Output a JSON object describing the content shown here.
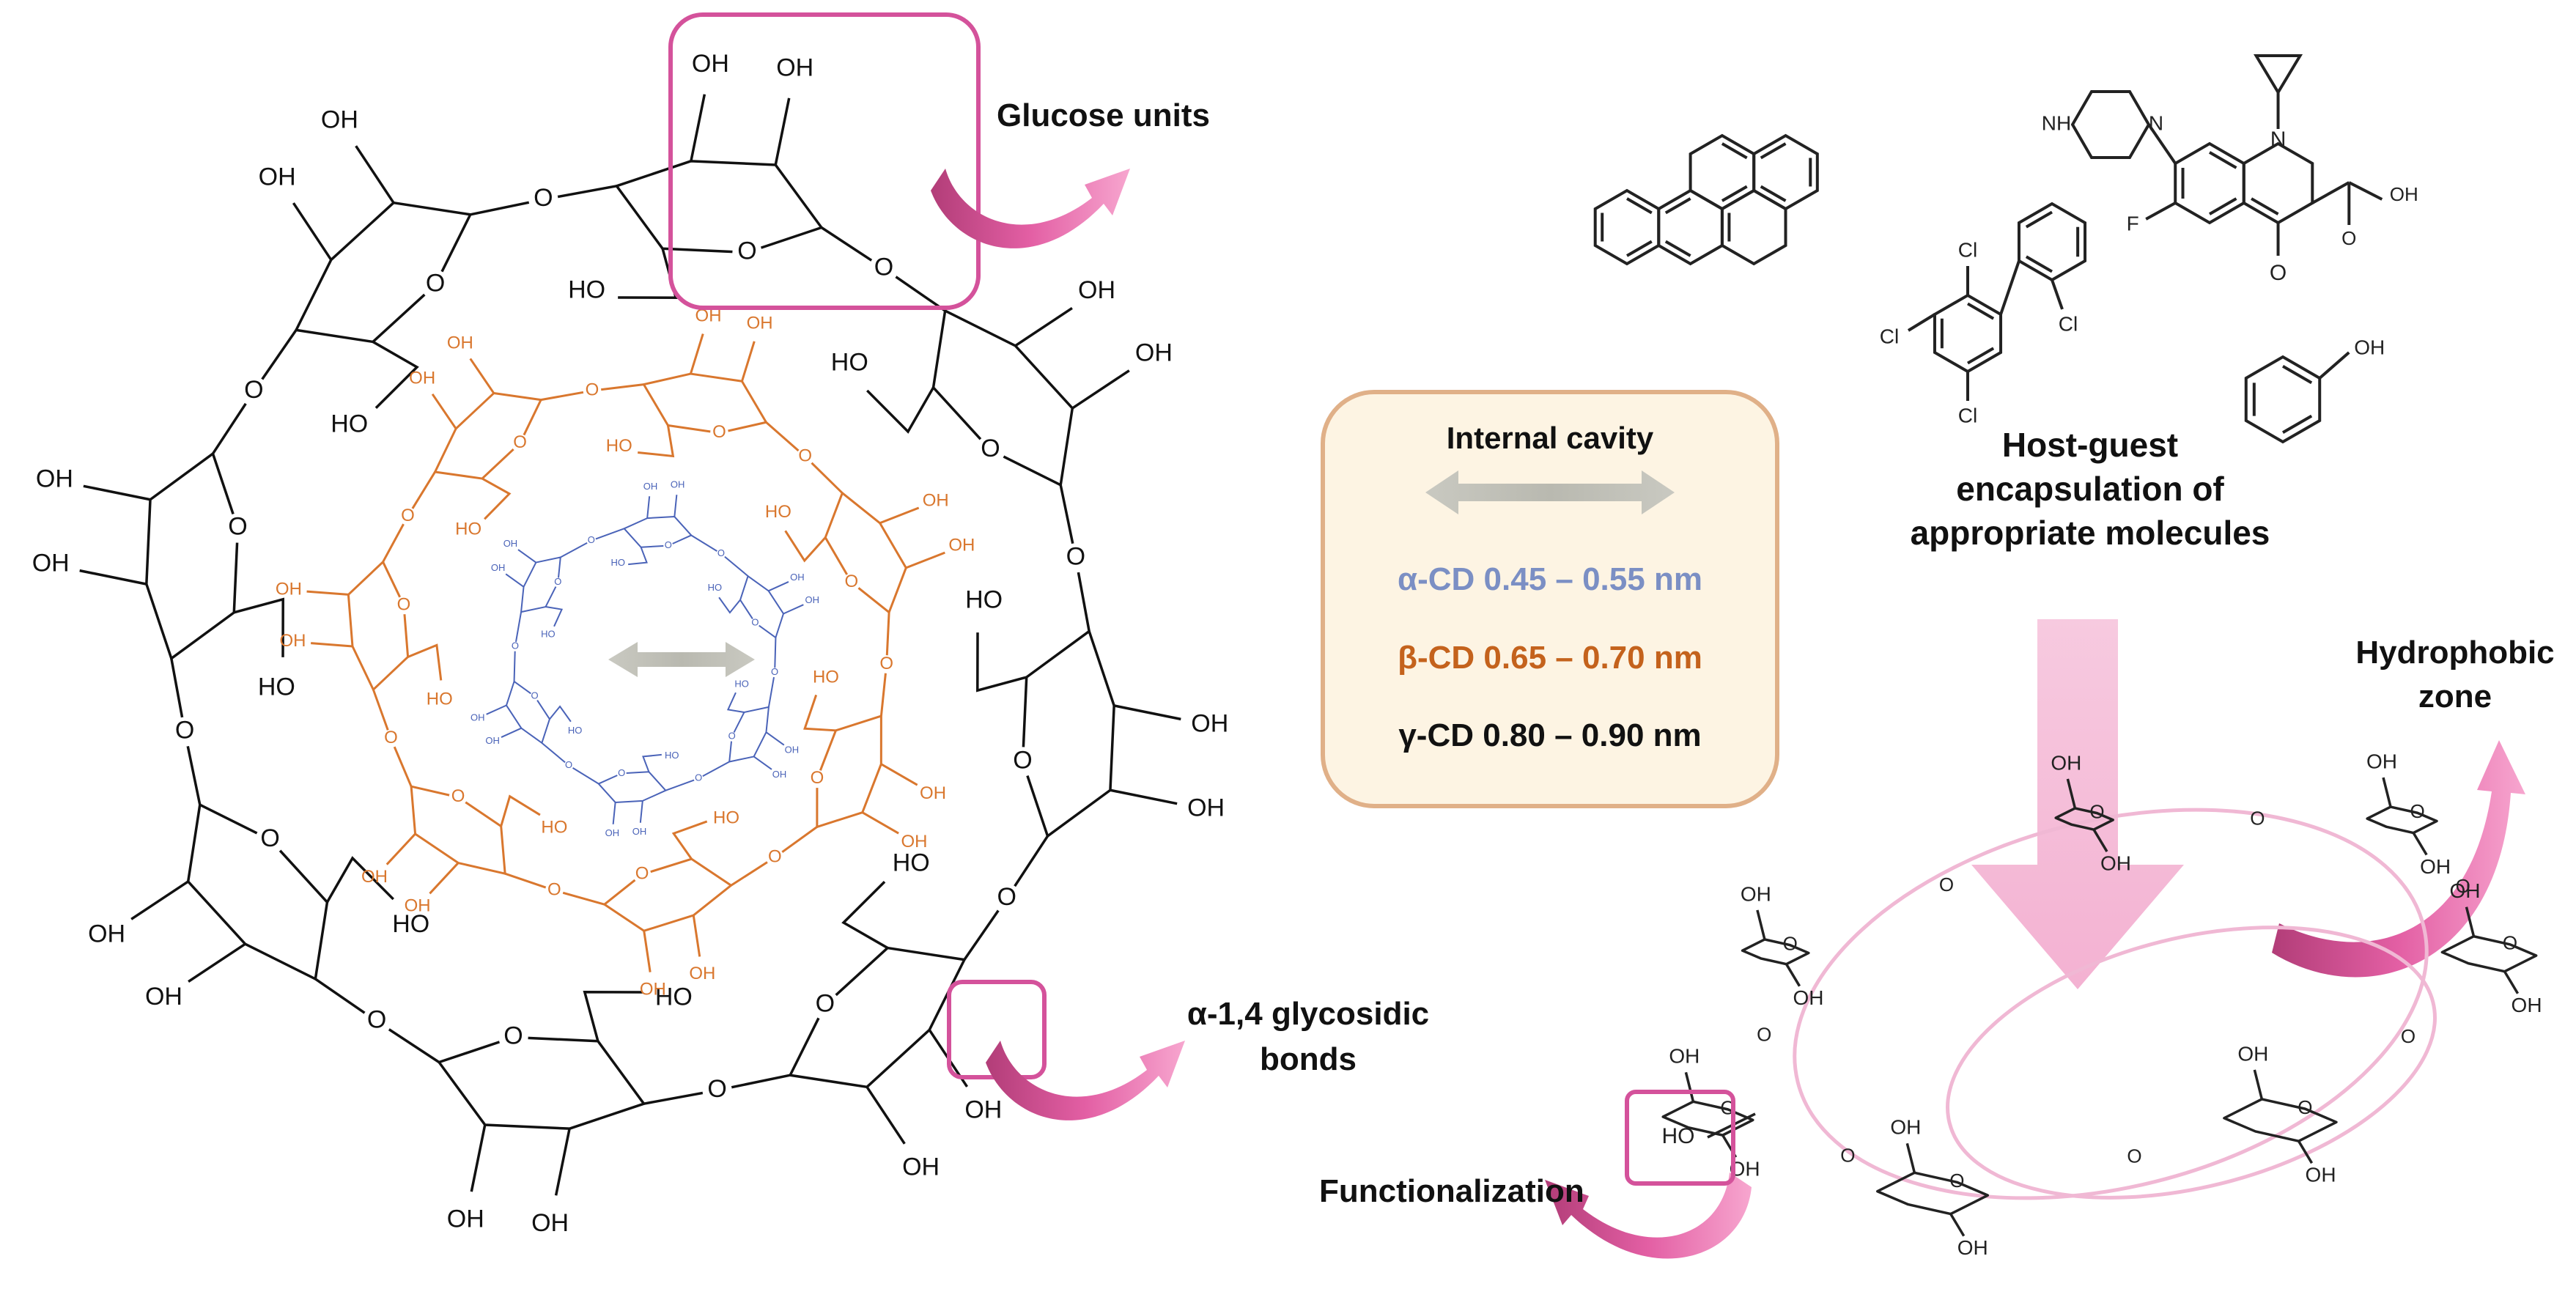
{
  "labels": {
    "glucose_units": "Glucose units",
    "glycosidic_line1": "α-1,4 glycosidic",
    "glycosidic_line2": "bonds",
    "host_guest_line1": "Host-guest",
    "host_guest_line2": "encapsulation of",
    "host_guest_line3": "appropriate molecules",
    "hydrophobic_line1": "Hydrophobic",
    "hydrophobic_line2": "zone",
    "functionalization": "Functionalization"
  },
  "cavity_panel": {
    "title": "Internal cavity",
    "rows": [
      {
        "text": "α-CD 0.45 – 0.55 nm",
        "color": "#7b8fc4"
      },
      {
        "text": "β-CD 0.65 – 0.70 nm",
        "color": "#c4621c"
      },
      {
        "text": "γ-CD 0.80 – 0.90 nm",
        "color": "#111111"
      }
    ]
  },
  "atom_labels": {
    "hydroxyl": "OH",
    "hydroxyl_left": "HO",
    "oxygen": "O",
    "nitrogen": "N",
    "amine": "NH",
    "fluorine": "F",
    "chlorine": "Cl"
  },
  "colors": {
    "gamma_cd": "#111111",
    "beta_cd": "#d9772e",
    "alpha_cd": "#4a63b8",
    "highlight": "#d4529b",
    "arrow": "#e0589f",
    "panel_fill": "#fdf4e3",
    "panel_stroke": "#e0b088"
  }
}
